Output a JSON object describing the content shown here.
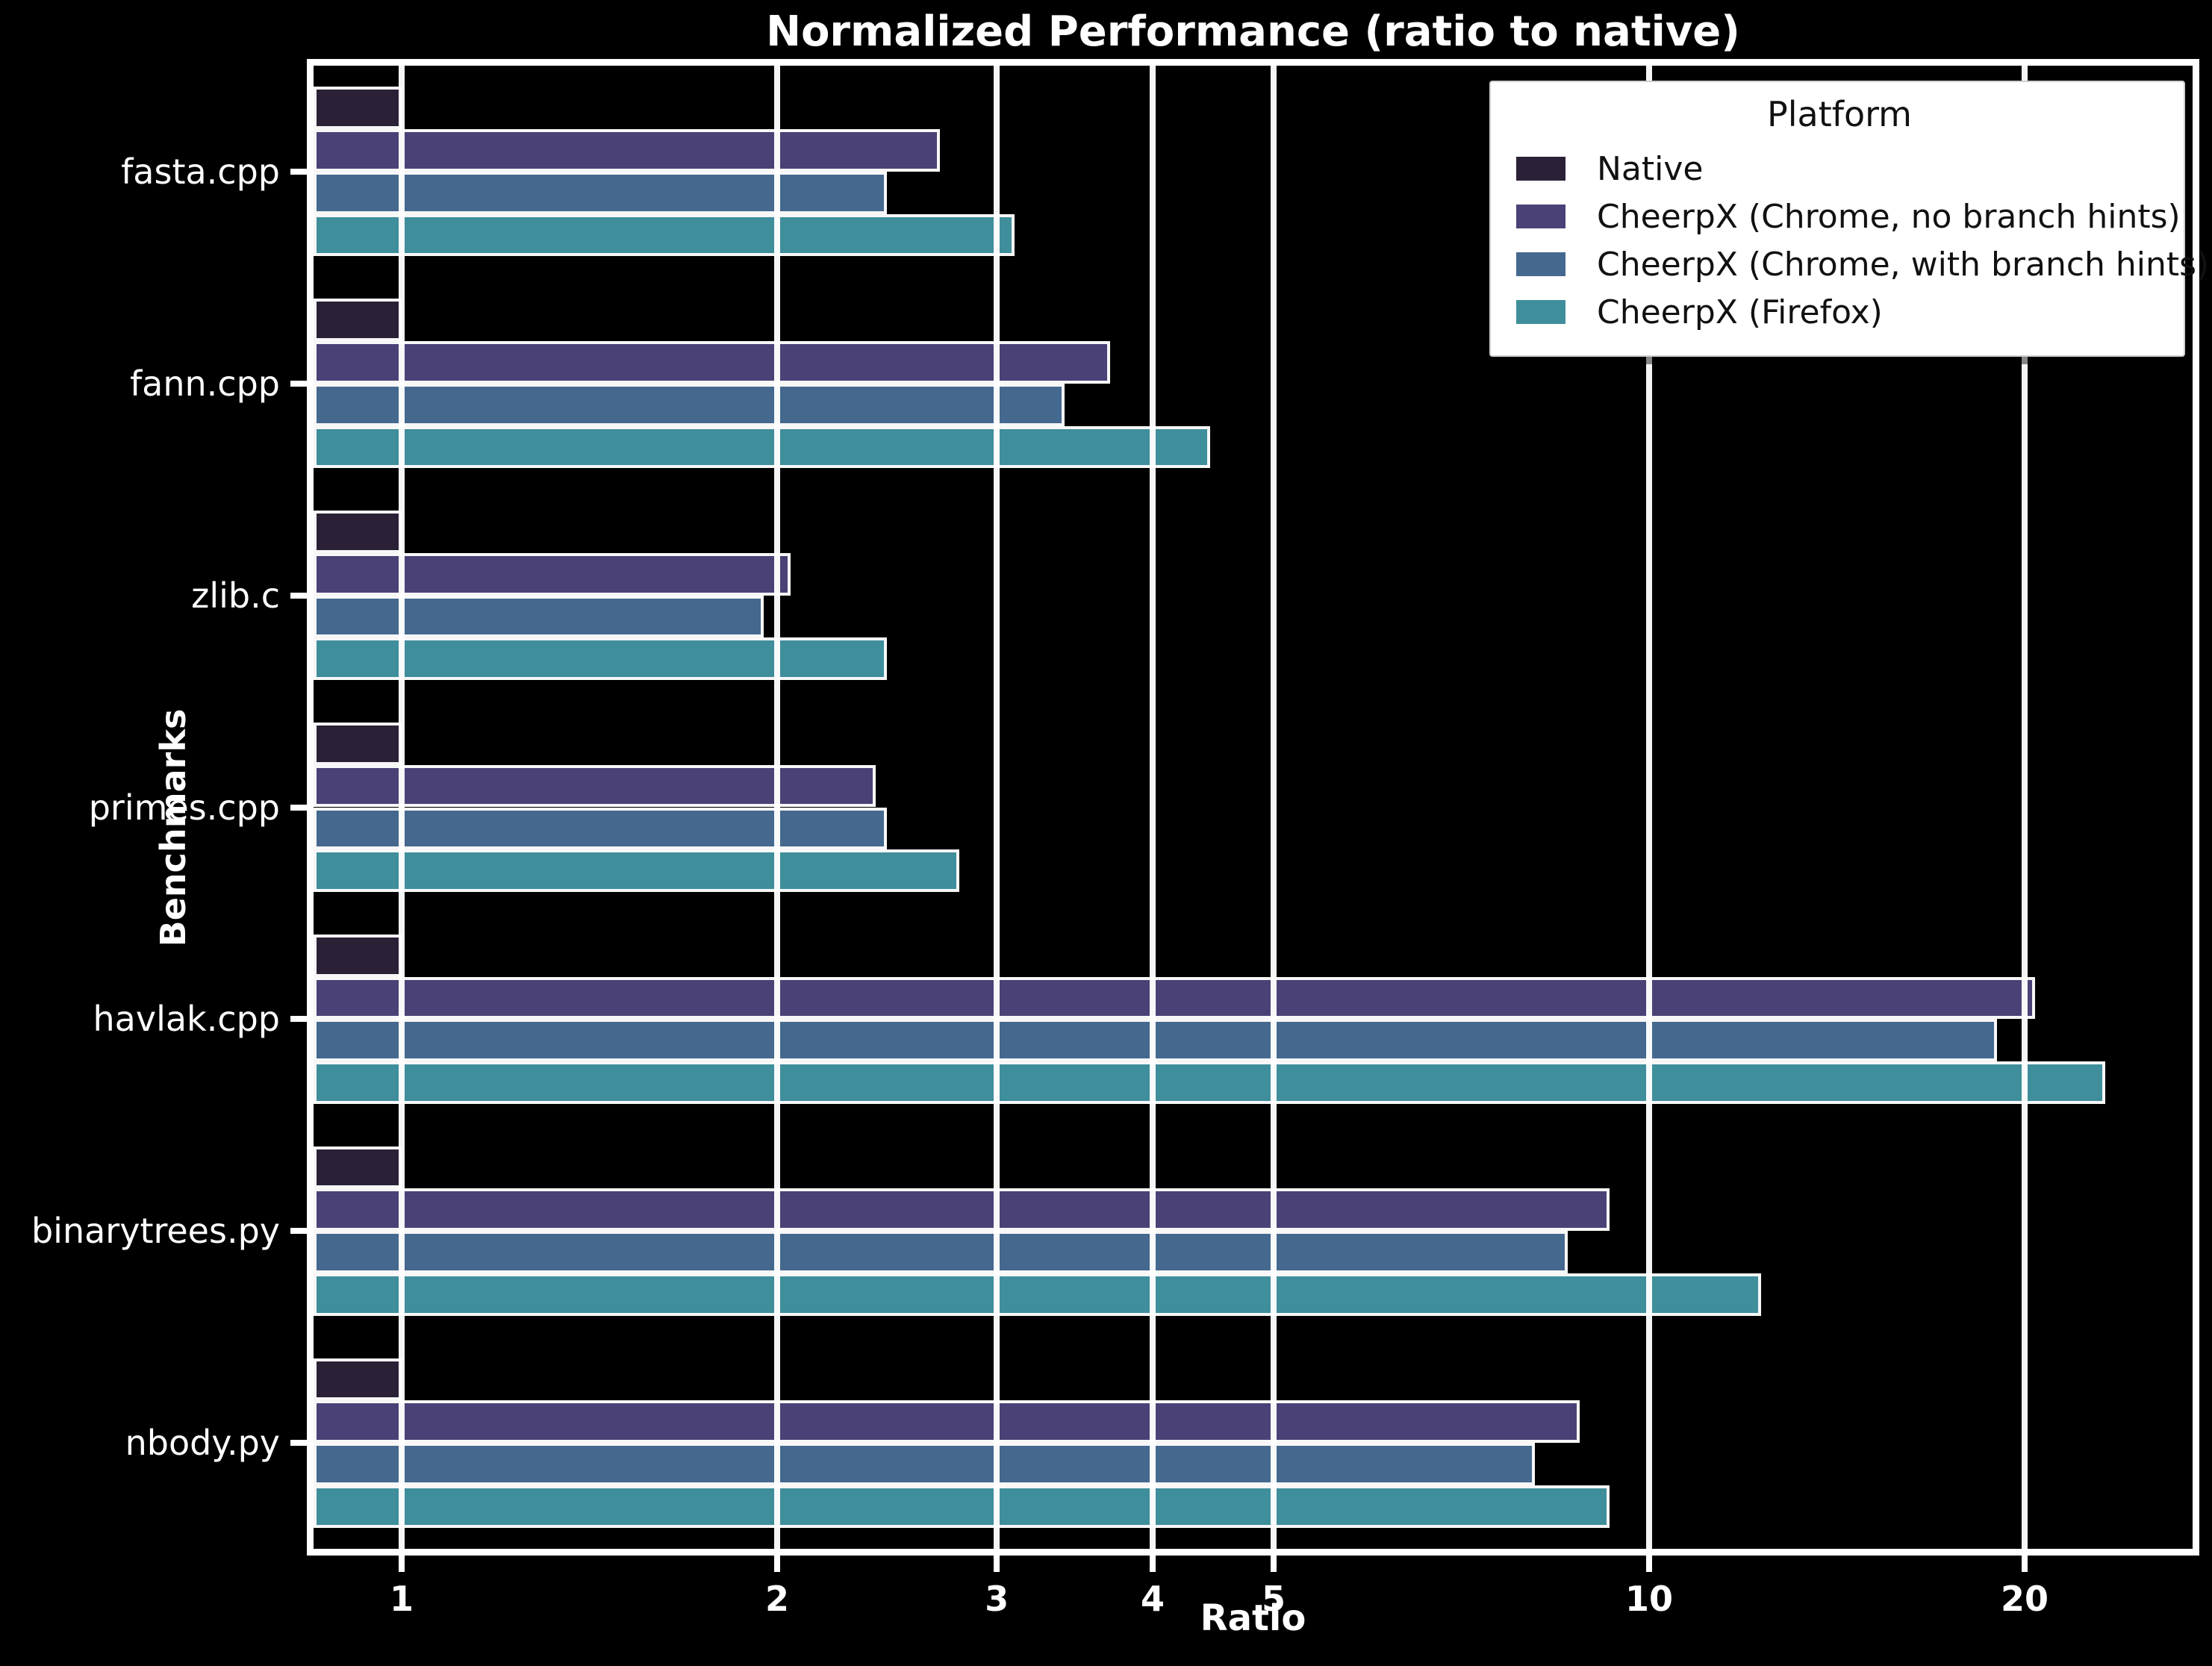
{
  "title": "Normalized Performance (ratio to native)",
  "chart_data": {
    "type": "bar",
    "orientation": "horizontal",
    "xscale": "log",
    "title": "Normalized Performance (ratio to native)",
    "xlabel": "Ratio",
    "ylabel": "Benchmarks",
    "xlim": [
      0.85,
      27.5
    ],
    "xticks": [
      1,
      2,
      3,
      4,
      5,
      10,
      20
    ],
    "grid": true,
    "grid_color": "#ffffff",
    "background_color": "#000000",
    "text_color": "#ffffff",
    "bar_edge_color": "#f7f7f7",
    "categories": [
      "fasta.cpp",
      "fann.cpp",
      "zlib.c",
      "primes.cpp",
      "havlak.cpp",
      "binarytrees.py",
      "nbody.py"
    ],
    "legend_title": "Platform",
    "legend_position": "upper right",
    "series": [
      {
        "name": "Native",
        "color": "#2b2137",
        "values": [
          1.0,
          1.0,
          1.0,
          1.0,
          1.0,
          1.0,
          1.0
        ]
      },
      {
        "name": "CheerpX (Chrome, no branch hints)",
        "color": "#4a4276",
        "values": [
          2.7,
          3.7,
          2.05,
          2.4,
          20.4,
          9.3,
          8.8
        ]
      },
      {
        "name": "CheerpX (Chrome, with branch hints)",
        "color": "#45688f",
        "values": [
          2.45,
          3.4,
          1.95,
          2.45,
          19.0,
          8.6,
          8.1
        ]
      },
      {
        "name": "CheerpX (Firefox)",
        "color": "#3f8e9b",
        "values": [
          3.1,
          4.45,
          2.45,
          2.8,
          23.2,
          12.3,
          9.3
        ]
      }
    ]
  }
}
